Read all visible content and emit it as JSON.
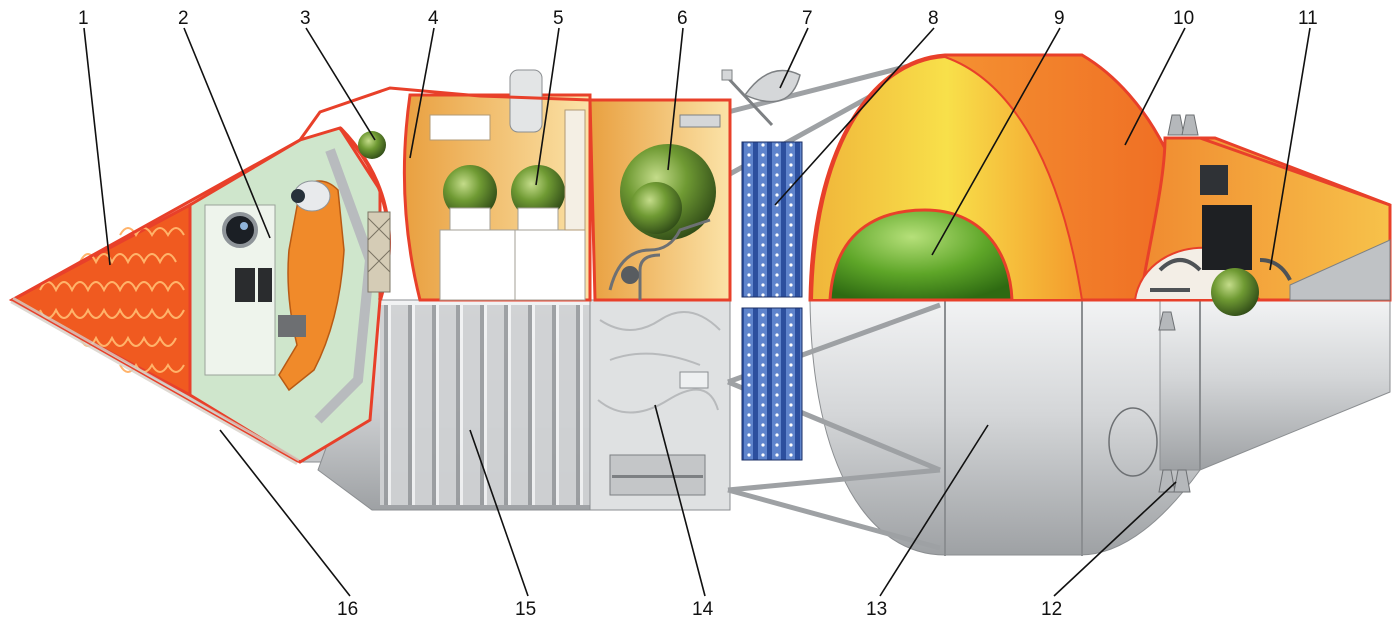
{
  "labels": [
    "1",
    "2",
    "3",
    "4",
    "5",
    "6",
    "7",
    "8",
    "9",
    "10",
    "11",
    "12",
    "13",
    "14",
    "15",
    "16"
  ],
  "colors": {
    "cutaway_outline": "#e8402a",
    "heat_shield": "#f05a20",
    "tank_yellow": "#f6d63a",
    "tank_orange": "#f08a2a",
    "sphere_green": "#5c8a2a",
    "hull_silver": "#c9cbcd",
    "radiator_blue": "#2c4f9e",
    "cabin_green": "#cfe6cc"
  },
  "icons": {
    "seated_cosmonaut": "cosmonaut-figure-icon",
    "porthole": "porthole-icon",
    "antenna_dish": "antenna-dish-icon",
    "thruster_nozzles": "thruster-nozzle-icon"
  }
}
